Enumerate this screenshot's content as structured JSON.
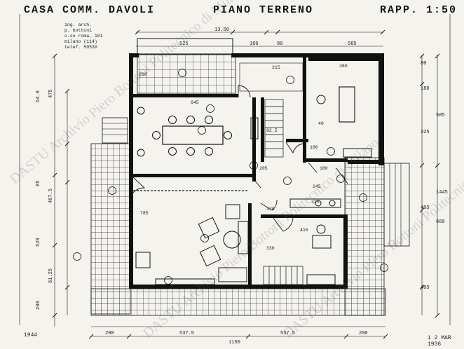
{
  "header": {
    "title_left": "CASA COMM. DAVOLI",
    "title_mid": "PIANO TERRENO",
    "title_right": "RAPP. 1:50"
  },
  "firm_lines": [
    "ing. arch.",
    "p. bottoni",
    "c.so roma, 101",
    "milano (114)",
    "telef. 50530"
  ],
  "year": "1944",
  "date_stamp": "1 2 MAR 1936",
  "watermark": "DASTU Archivio Piero Bottoni Politecnico di Milano",
  "dimensions": {
    "top_total": "13.50",
    "top_segments": [
      "525",
      "160",
      "80",
      "585"
    ],
    "bottom_total": "1150",
    "bottom_segments": [
      "200",
      "537.5",
      "537.5",
      "200"
    ],
    "left_labels": [
      "64.0",
      "475",
      "85",
      "467.5",
      "520",
      "61.25",
      "200"
    ],
    "right_labels": [
      "80",
      "180",
      "585",
      "325",
      "1445",
      "405",
      "660",
      "405"
    ],
    "interior_labels": [
      "200",
      "645",
      "785",
      "415",
      "380",
      "205",
      "180",
      "215",
      "180",
      "170",
      "325",
      "245",
      "330",
      "92.5",
      "40"
    ]
  }
}
